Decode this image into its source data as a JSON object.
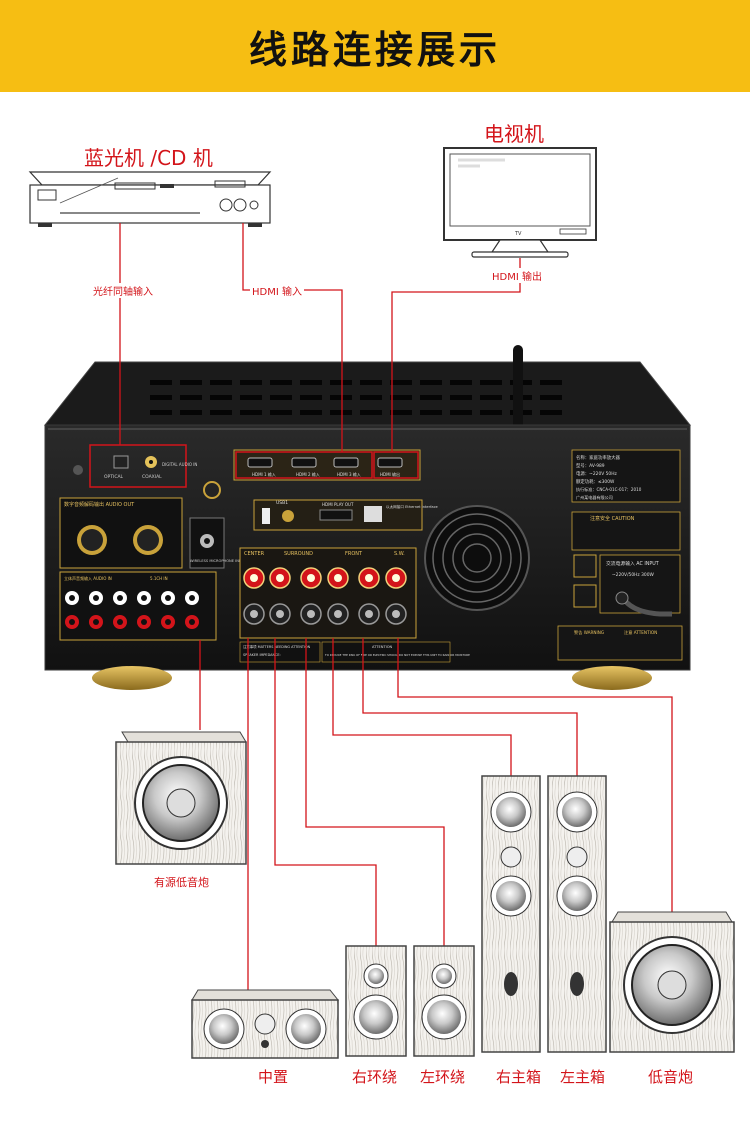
{
  "title": "线路连接展示",
  "devices": {
    "bluray": "蓝光机 /CD 机",
    "tv": "电视机"
  },
  "connections": {
    "optical_coax_in": "光纤同轴输入",
    "hdmi_in": "HDMI 输入",
    "hdmi_out": "HDMI 输出"
  },
  "speakers": {
    "active_sub": "有源低音炮",
    "center": "中置",
    "right_surround": "右环绕",
    "left_surround": "左环绕",
    "right_main": "右主箱",
    "left_main": "左主箱",
    "subwoofer": "低音炮"
  },
  "amp_panel": {
    "audio_out": "数字音频解码输出 AUDIO OUT",
    "optical": "OPTICAL",
    "coaxial": "COAXIAL",
    "digital_audio_in": "DIGITAL AUDIO IN",
    "hdmi1": "HDMI 1 输入",
    "hdmi2": "HDMI 2 输入",
    "hdmi3": "HDMI 3 输入",
    "hdmi_out": "HDMI 输出",
    "usb": "USB1",
    "hdmi_play_out": "HDMI PLAY OUT",
    "ethernet": "以太网接口 Ethernet interface",
    "wireless_mic": "WIRELESS MICROPHONE INPUT",
    "center": "CENTER",
    "surround": "SURROUND",
    "front": "FRONT",
    "sw": "S.W.",
    "audio_in": "立体声音频输入 AUDIO IN",
    "ch_in": "5.1CH IN",
    "spec_name": "名称：家庭功率放大器",
    "spec_model": "型号：AV-989",
    "spec_power": "电源：~220V 50Hz",
    "spec_output": "额定功耗：≤300W",
    "spec_standard": "执行标准：CNCA-01C-017：2010",
    "spec_maker": "广州某电器有限公司",
    "caution": "注意安全 CAUTION",
    "ac_input": "交流电源输入 AC INPUT",
    "ac_spec": "~220V/50Hz 300W",
    "warning": "警告 WARNING",
    "attention": "注意 ATTENTION",
    "matters": "注意事项 MATTERS NEEDING ATTENTION",
    "attention2": "ATTENTION",
    "speaker_impedance": "SPEAKER IMPEDANCE:",
    "reduce_risk": "TO REDUCE THE RISK OF FIRE OR ELECTRIC SHOCK, DO NOT EXPOSE THIS UNIT TO RAIN OR MOISTURE",
    "tv_brand": "TV"
  },
  "colors": {
    "banner": "#f6be13",
    "wire": "#d3141a",
    "amp_body": "#1a1a1a",
    "gold": "#c9a23a",
    "wood": "#f3f1ec"
  }
}
